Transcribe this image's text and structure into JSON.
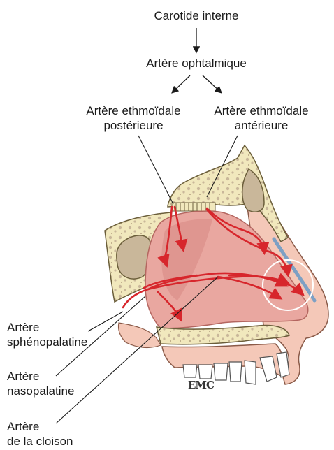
{
  "labels": {
    "carotide": "Carotide interne",
    "ophtalmique": "Artère ophtalmique",
    "ethmoidale_post_1": "Artère ethmoïdale",
    "ethmoidale_post_2": "postérieure",
    "ethmoidale_ant_1": "Artère ethmoïdale",
    "ethmoidale_ant_2": "antérieure",
    "sphenopalatine_1": "Artère",
    "sphenopalatine_2": "sphénopalatine",
    "nasopalatine_1": "Artère",
    "nasopalatine_2": "nasopalatine",
    "cloison_1": "Artère",
    "cloison_2": "de la cloison"
  },
  "logo": "EMC",
  "colors": {
    "artery": "#d7262c",
    "mucosa": "#e9a7a0",
    "mucosa_dark": "#d98b86",
    "bone": "#f1e8bd",
    "bone_outline": "#6b5e3a",
    "sinus": "#c9b79a",
    "skin": "#f4c8b8"
  }
}
